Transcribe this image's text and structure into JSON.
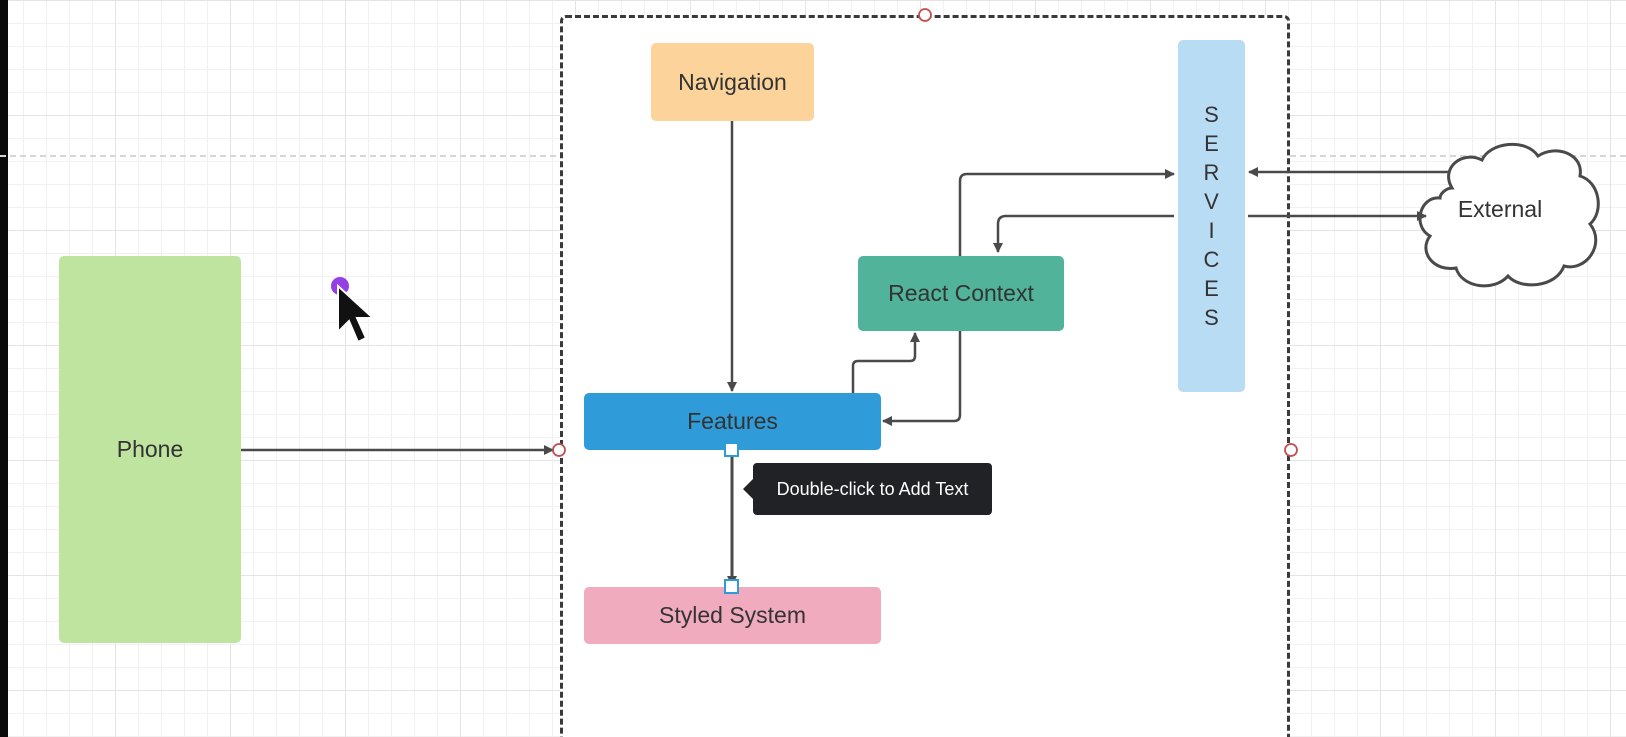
{
  "diagram": {
    "nodes": {
      "phone": {
        "label": "Phone",
        "color": "#bfe4a0"
      },
      "navigation": {
        "label": "Navigation",
        "color": "#fcd39a"
      },
      "react_context": {
        "label": "React Context",
        "color": "#50b39a"
      },
      "features": {
        "label": "Features",
        "color": "#2f9bd8"
      },
      "styled_system": {
        "label": "Styled System",
        "color": "#f1abbf"
      },
      "services": {
        "letters": [
          "S",
          "E",
          "R",
          "V",
          "I",
          "C",
          "E",
          "S"
        ],
        "color": "#b8dcf3"
      },
      "external": {
        "label": "External",
        "shape": "cloud"
      }
    },
    "edges": [
      {
        "from": "phone",
        "to": "container"
      },
      {
        "from": "navigation",
        "to": "features"
      },
      {
        "from": "features",
        "to": "react_context"
      },
      {
        "from": "react_context",
        "to": "features"
      },
      {
        "from": "react_context",
        "to": "services"
      },
      {
        "from": "services",
        "to": "react_context"
      },
      {
        "from": "external",
        "to": "services"
      },
      {
        "from": "services",
        "to": "external"
      },
      {
        "from": "features",
        "to": "styled_system",
        "selected": true
      }
    ],
    "container": {
      "border": "dashed",
      "color": "#3a3a3a"
    }
  },
  "tooltip": {
    "text": "Double-click to Add Text"
  },
  "colors": {
    "connector": "#4a4a4a",
    "handle": "#c0504d",
    "selection_handle": "#2f9bd8",
    "cursor_accent": "#8a2be2"
  }
}
